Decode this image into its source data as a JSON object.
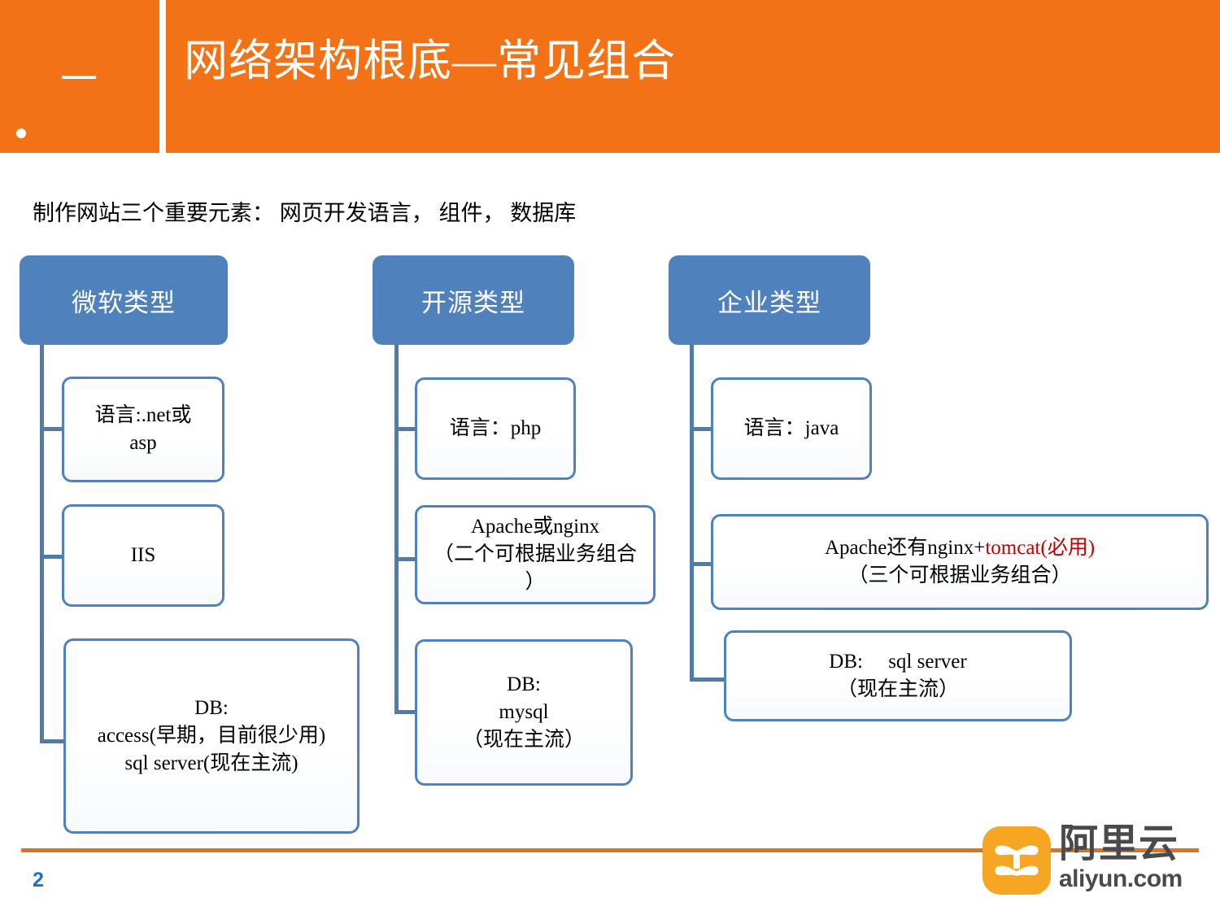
{
  "header": {
    "section_number": "一",
    "title": "网络架构根底—常见组合",
    "band_color": "#F47216"
  },
  "subtitle": "制作网站三个重要元素： 网页开发语言， 组件， 数据库",
  "diagram": {
    "accent_color": "#4F81BD",
    "highlight_color": "#C00000",
    "columns": [
      {
        "head": "微软类型",
        "nodes": [
          {
            "lines": [
              "语言:.net或",
              "asp"
            ]
          },
          {
            "lines": [
              "IIS"
            ]
          },
          {
            "lines": [
              "DB:",
              "access(早期，目前很少用)",
              "sql server(现在主流)"
            ]
          }
        ]
      },
      {
        "head": "开源类型",
        "nodes": [
          {
            "lines": [
              "语言：php"
            ]
          },
          {
            "lines": [
              "Apache或nginx",
              "（二个可根据业务组合",
              "）"
            ]
          },
          {
            "lines": [
              "DB:",
              "mysql",
              "（现在主流）"
            ]
          }
        ]
      },
      {
        "head": "企业类型",
        "nodes": [
          {
            "lines": [
              "语言：java"
            ]
          },
          {
            "lines": [
              "Apache还有nginx+",
              "（三个可根据业务组合）"
            ],
            "highlight": "tomcat(必用)"
          },
          {
            "lines": [
              "DB:　 sql server",
              "（现在主流）"
            ]
          }
        ]
      }
    ]
  },
  "footer": {
    "page_number": "2",
    "rule_color": "#E3701A",
    "logo": {
      "cn": "阿里云",
      "en": "aliyun.com",
      "mark_color": "#F6A623"
    }
  }
}
